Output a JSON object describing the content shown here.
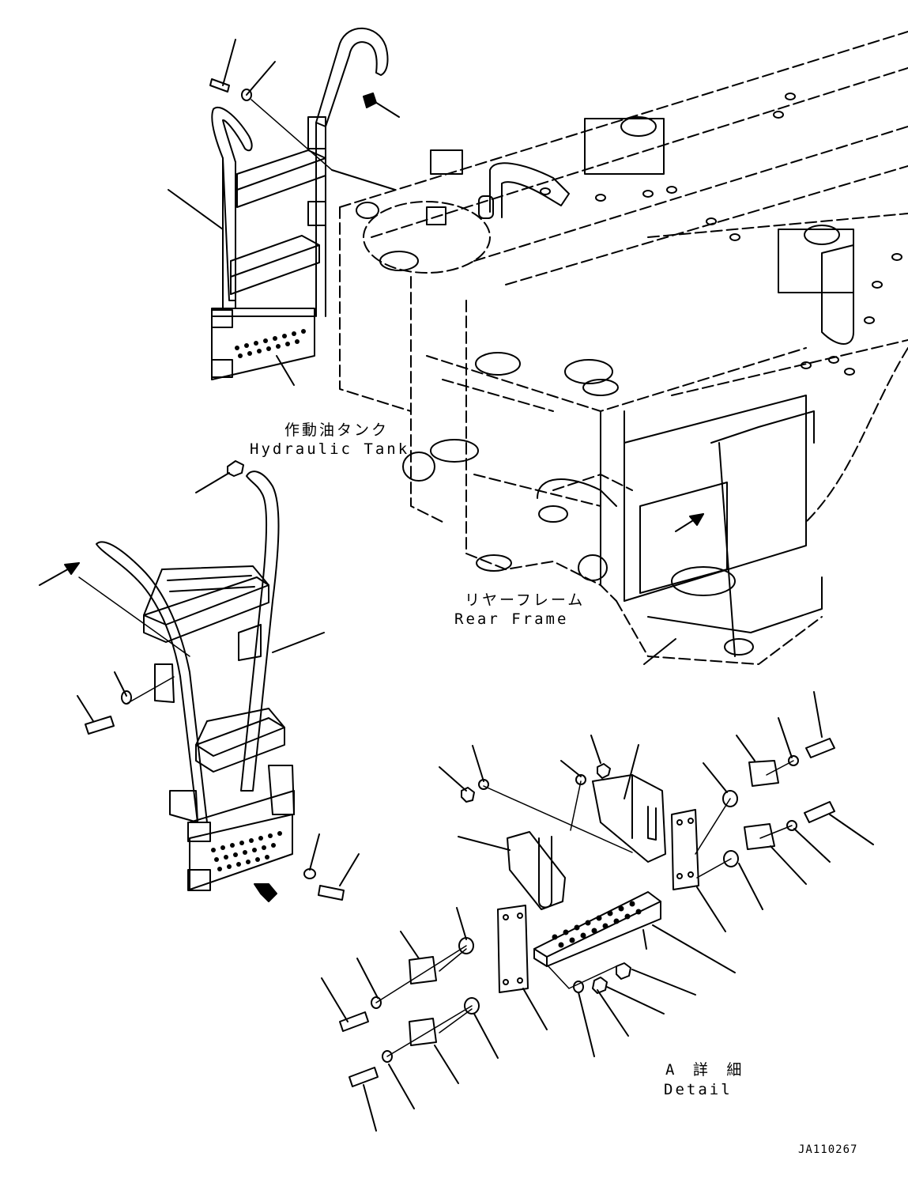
{
  "labels": {
    "hydraulic_tank_jp": "作動油タンク",
    "hydraulic_tank_en": "Hydraulic Tank",
    "rear_frame_jp": "リヤーフレーム",
    "rear_frame_en": "Rear Frame",
    "detail_jp": "A 詳 細",
    "detail_en": "Detail"
  },
  "drawing_code": "JA110267",
  "colors": {
    "line": "#000000",
    "background": "#ffffff"
  }
}
